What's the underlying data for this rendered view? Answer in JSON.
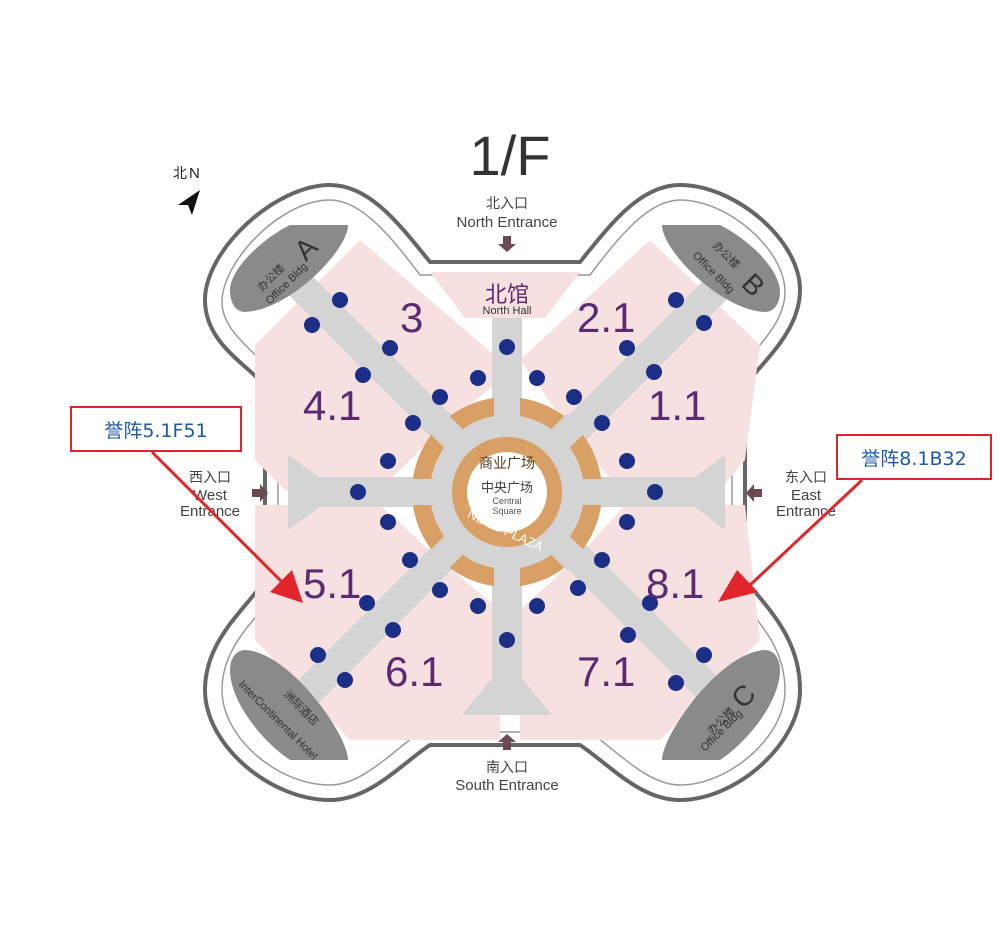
{
  "floor_title": "1/F",
  "compass": {
    "cn": "北",
    "en": "N"
  },
  "entrances": {
    "north": {
      "cn": "北入口",
      "en": "North Entrance"
    },
    "south": {
      "cn": "南入口",
      "en": "South Entrance"
    },
    "west": {
      "cn": "西入口",
      "en1": "West",
      "en2": "Entrance"
    },
    "east": {
      "cn": "东入口",
      "en1": "East",
      "en2": "Entrance"
    }
  },
  "north_hall": {
    "cn": "北馆",
    "en": "North Hall"
  },
  "halls": [
    "3",
    "4.1",
    "2.1",
    "1.1",
    "5.1",
    "6.1",
    "7.1",
    "8.1"
  ],
  "buildings": {
    "a": {
      "cn": "办公楼",
      "en": "Office Bldg",
      "letter": "A"
    },
    "b": {
      "cn": "办公楼",
      "en": "Office Bldg",
      "letter": "B"
    },
    "c": {
      "cn": "办公楼",
      "en": "Office Bldg",
      "letter": "C"
    },
    "hotel": {
      "cn": "洲际酒店",
      "en": "InterContinental Hotel"
    }
  },
  "plaza": {
    "ring_cn": "商业广场",
    "ring_en": "NECC PLAZA",
    "center_cn": "中央广场",
    "center_en1": "Central",
    "center_en2": "Square"
  },
  "callouts": {
    "left": "誉阵5.1F51",
    "right": "誉阵8.1B32"
  },
  "colors": {
    "hall_fill": "#f7e0e0",
    "corridor": "#d4d4d4",
    "outline": "#666666",
    "plaza_ring": "#d9a065",
    "hall_text": "#5b2a73",
    "marker": "#1b2f86",
    "callout_border": "#e0262b",
    "callout_text": "#1f5aa6"
  }
}
